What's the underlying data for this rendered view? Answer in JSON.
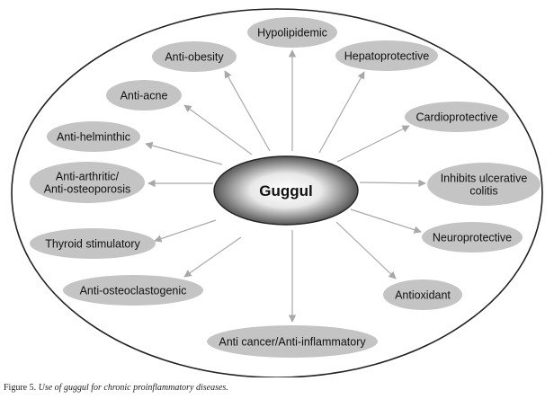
{
  "diagram": {
    "center": {
      "label": "Guggul"
    },
    "effects": [
      {
        "id": "hypolipidemic",
        "lines": [
          "Hypolipidemic"
        ]
      },
      {
        "id": "hepatoprotective",
        "lines": [
          "Hepatoprotective"
        ]
      },
      {
        "id": "cardioprotective",
        "lines": [
          "Cardioprotective"
        ]
      },
      {
        "id": "inhibits-ulcerative-colitis",
        "lines": [
          "Inhibits ulcerative",
          "colitis"
        ]
      },
      {
        "id": "neuroprotective",
        "lines": [
          "Neuroprotective"
        ]
      },
      {
        "id": "antioxidant",
        "lines": [
          "Antioxidant"
        ]
      },
      {
        "id": "anti-cancer-anti-inflammatory",
        "lines": [
          "Anti cancer/Anti-inflammatory"
        ]
      },
      {
        "id": "anti-osteoclastogenic",
        "lines": [
          "Anti-osteoclastogenic"
        ]
      },
      {
        "id": "thyroid-stimulatory",
        "lines": [
          "Thyroid stimulatory"
        ]
      },
      {
        "id": "anti-arthritic-anti-osteoporosis",
        "lines": [
          "Anti-arthritic/",
          "Anti-osteoporosis"
        ]
      },
      {
        "id": "anti-helminthic",
        "lines": [
          "Anti-helminthic"
        ]
      },
      {
        "id": "anti-acne",
        "lines": [
          "Anti-acne"
        ]
      },
      {
        "id": "anti-obesity",
        "lines": [
          "Anti-obesity"
        ]
      }
    ],
    "colors": {
      "node_fill": "#c4c4c4",
      "arrow": "#a8a8a8",
      "outline": "#222222"
    }
  },
  "caption": {
    "label": "Figure 5.",
    "text": "Use of guggul for chronic proinflammatory diseases."
  }
}
